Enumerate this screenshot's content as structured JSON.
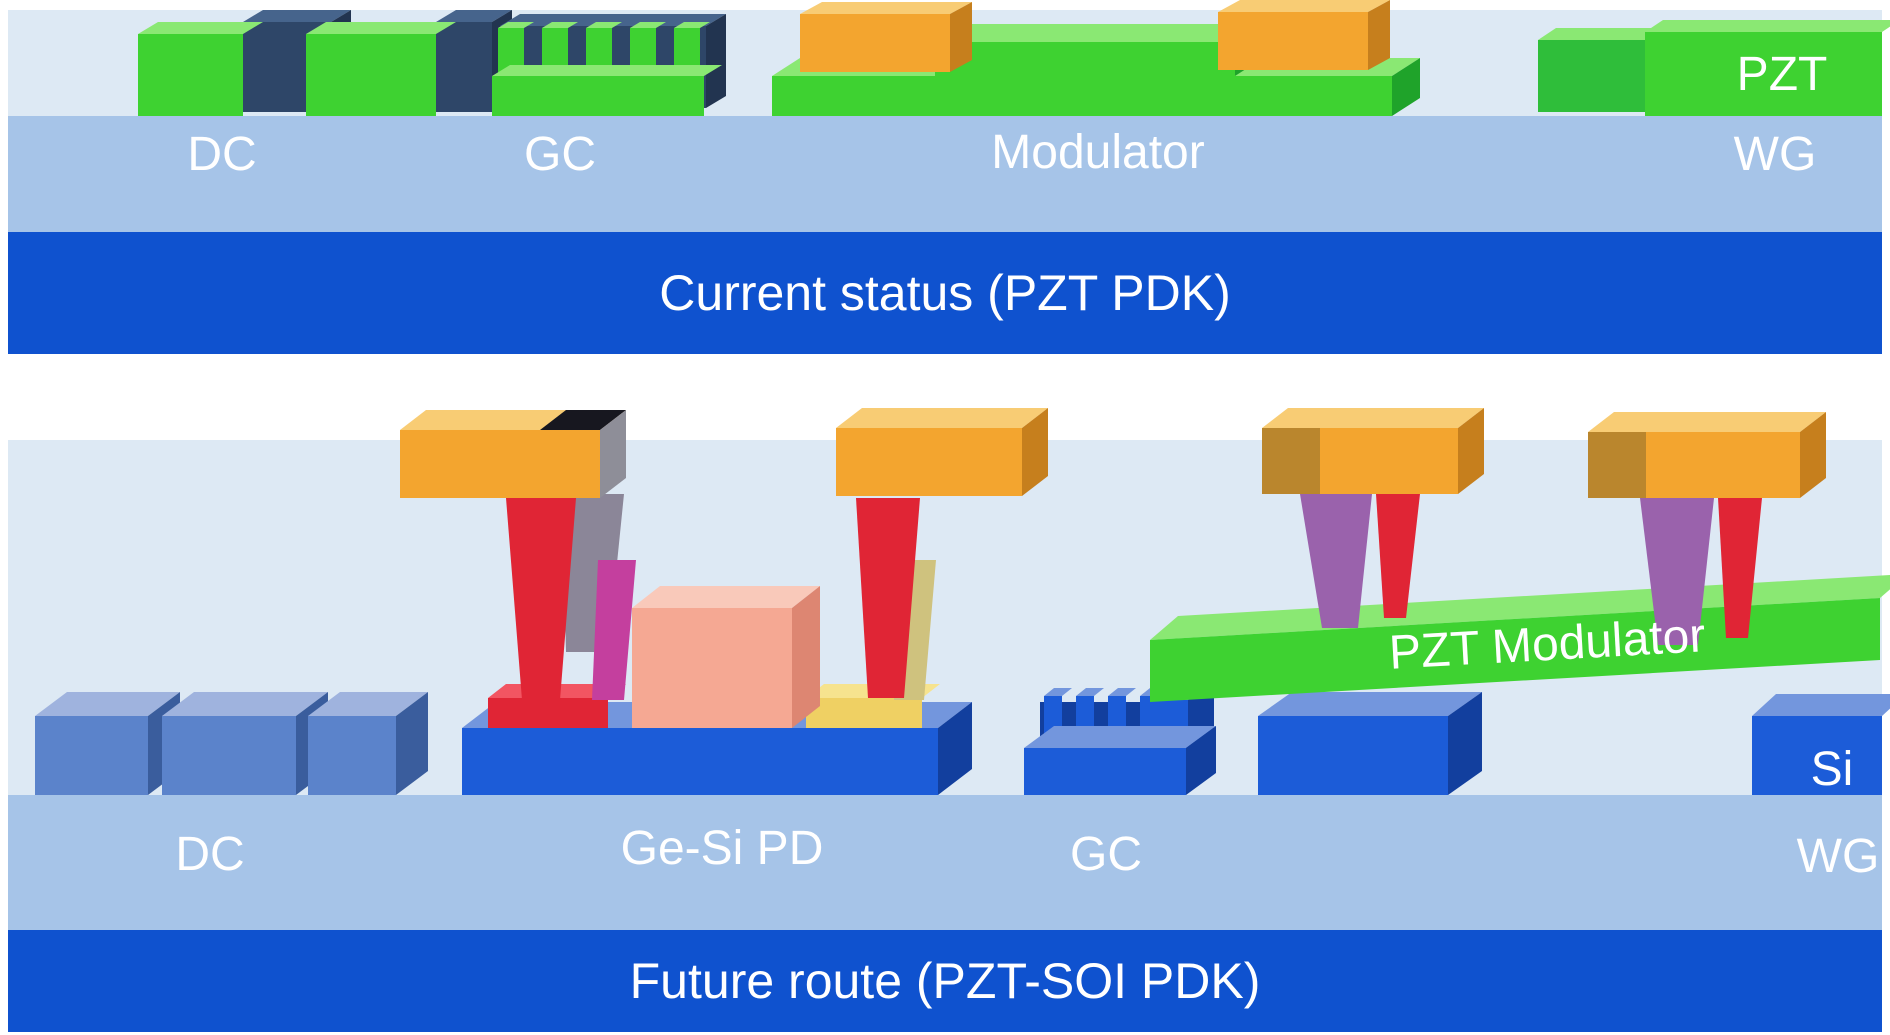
{
  "figure": {
    "type": "schematic-diagram",
    "top_panel": {
      "caption": "Current status (PZT PDK)",
      "labels": {
        "dc": "DC",
        "gc": "GC",
        "modulator": "Modulator",
        "pzt": "PZT",
        "wg": "WG"
      }
    },
    "bottom_panel": {
      "caption": "Future route (PZT-SOI PDK)",
      "labels": {
        "dc": "DC",
        "ge_si_pd": "Ge-Si PD",
        "gc": "GC",
        "pzt_modulator": "PZT Modulator",
        "si": "Si",
        "wg": "WG"
      }
    }
  },
  "colors": {
    "pale_bg": "#dde9f4",
    "substrate_blue": "#a6c4e8",
    "base_blue": "#0f52cf",
    "pzt_green": "#3ed231",
    "navy": "#2e4668",
    "gold": "#f3a52f",
    "steel_blue": "#5b83cb",
    "silicon_blue": "#1c5cd8",
    "red_via": "#e02535",
    "salmon_ge": "#f5a893",
    "yellow_contact": "#efd063",
    "purple_via": "#9a62ac",
    "label_text": "#ffffff"
  }
}
